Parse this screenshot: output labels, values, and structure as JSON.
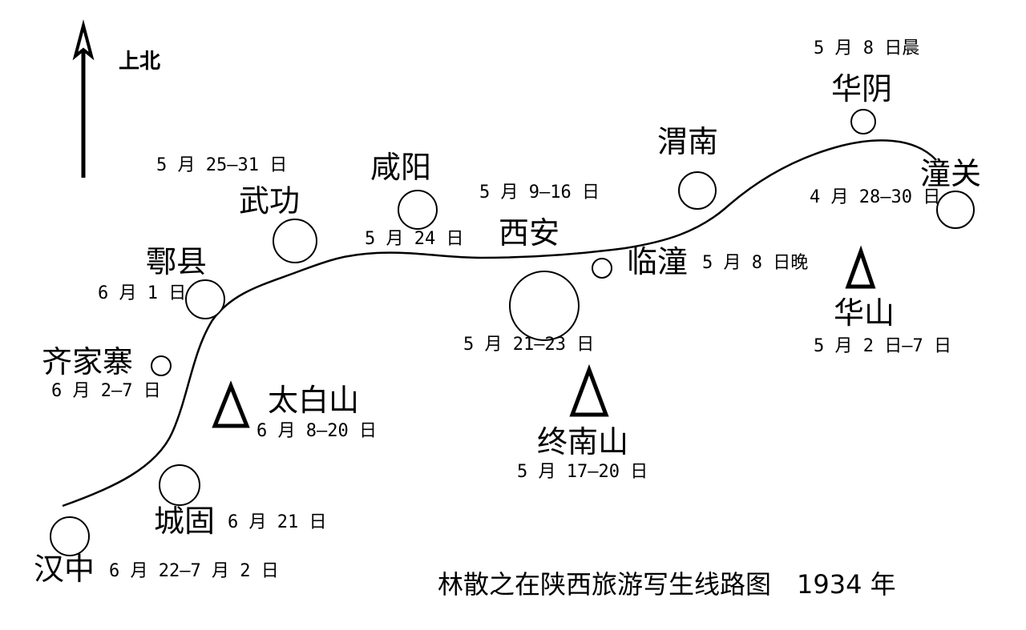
{
  "north_label": "上北",
  "caption": "林散之在陕西旅游写生线路图　1934 年",
  "places": {
    "tongguan": {
      "name": "潼关",
      "date": "4 月 28—30 日"
    },
    "huashan": {
      "name": "华山",
      "date": "5 月 2 日—7 日"
    },
    "huayin": {
      "name": "华阴",
      "date": "5 月 8 日晨"
    },
    "weinan": {
      "name": "渭南"
    },
    "lintong": {
      "name": "临潼",
      "date": "5 月 8 日晚"
    },
    "xian": {
      "name": "西安",
      "date": "5 月 9—16 日"
    },
    "zhongnanshan": {
      "name": "终南山",
      "date": "5 月 17—20 日"
    },
    "xian_south": {
      "date": "5 月 21—23 日"
    },
    "xianyang": {
      "name": "咸阳",
      "date": "5 月 24 日"
    },
    "wugong": {
      "name": "武功",
      "date": "5 月 25—31 日"
    },
    "huxian": {
      "name": "鄠县",
      "date": "6 月 1 日"
    },
    "qijiazhai": {
      "name": "齐家寨",
      "date": "6 月 2—7 日"
    },
    "taibaishan": {
      "name": "太白山",
      "date": "6 月 8—20 日"
    },
    "chenggu": {
      "name": "城固",
      "date": "6 月 21 日"
    },
    "hanzhong": {
      "name": "汉中",
      "date": "6 月 22—7 月 2 日"
    }
  }
}
